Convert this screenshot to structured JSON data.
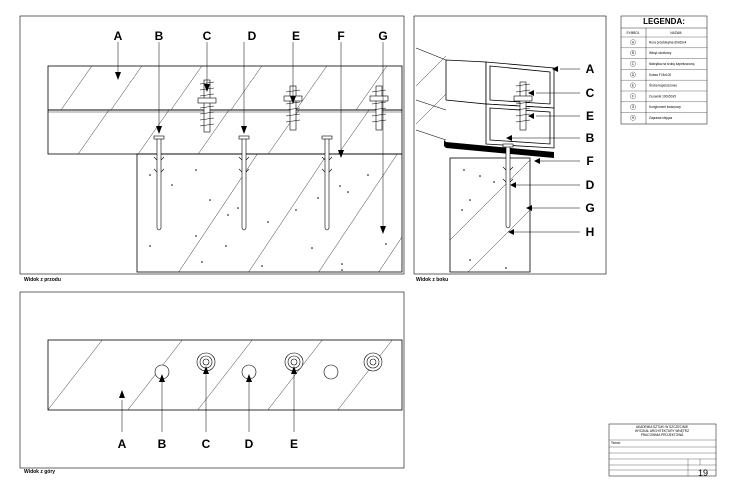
{
  "front_view": {
    "caption": "Widok z przodu",
    "labels": [
      "A",
      "B",
      "C",
      "D",
      "E",
      "F",
      "G"
    ]
  },
  "side_view": {
    "caption": "Widok z boku",
    "labels": [
      "A",
      "C",
      "E",
      "B",
      "F",
      "D",
      "G",
      "H"
    ]
  },
  "top_view": {
    "caption": "Widok z góry",
    "labels": [
      "A",
      "B",
      "C",
      "D",
      "E"
    ]
  },
  "legend": {
    "title": "LEGENDA:",
    "header_symbol": "SYMBOL",
    "header_name": "NAZWA",
    "rows": [
      {
        "symbol": "A",
        "name": "Rura prostokątna 60x60x4"
      },
      {
        "symbol": "B",
        "name": "Wkręt stożkowy"
      },
      {
        "symbol": "C",
        "name": "Nakrętka na śrubę kapeluszową"
      },
      {
        "symbol": "D",
        "name": "Kotwa FI 8x100"
      },
      {
        "symbol": "E",
        "name": "Śruba kapeluszowa"
      },
      {
        "symbol": "F",
        "name": "Ceownik 100x50x5"
      },
      {
        "symbol": "G",
        "name": "Kongloment kwarcowy"
      },
      {
        "symbol": "H",
        "name": "Zaprawa klejąca"
      }
    ]
  },
  "title_block": {
    "header_lines": [
      "AKADEMIA SZTUKI W SZCZECINIE",
      "WYDZIAŁ ARCHITEKTURY WNĘTRZ",
      "PRACOWNIA PROJEKTOWA"
    ],
    "project_label": "Temat:",
    "page_number": "19"
  }
}
